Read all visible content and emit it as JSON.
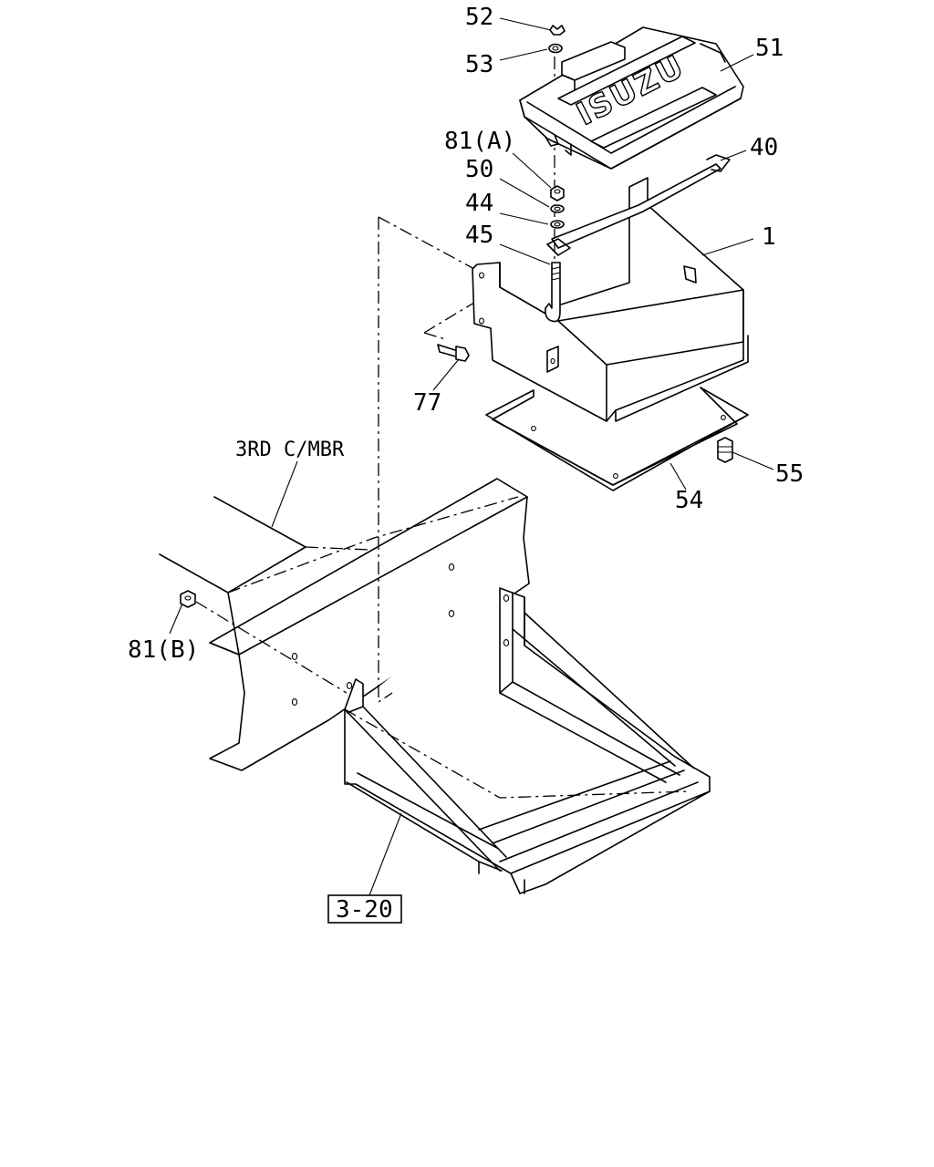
{
  "logo_text": "ISUZU",
  "member_label": "3RD C/MBR",
  "reference_box": "3-20",
  "callouts": {
    "c52": "52",
    "c53": "53",
    "c51": "51",
    "c81a": "81(A)",
    "c50": "50",
    "c40": "40",
    "c44": "44",
    "c45": "45",
    "c1": "1",
    "c77": "77",
    "c55": "55",
    "c54": "54",
    "c81b": "81(B)"
  }
}
